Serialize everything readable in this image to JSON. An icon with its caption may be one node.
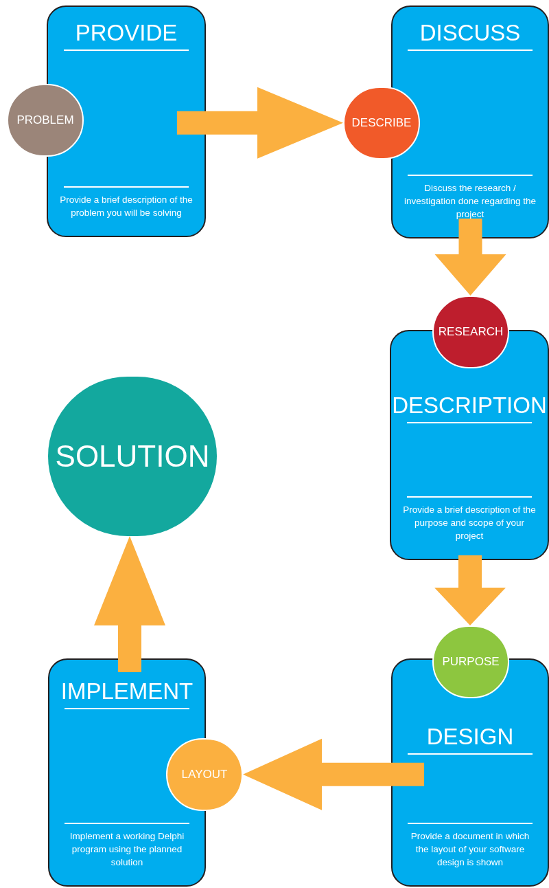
{
  "diagram": {
    "nodes": [
      {
        "text": [
          "PROVIDE",
          "Provide a brief description of the problem you will be solving"
        ]
      },
      {
        "text": [
          "PROBLEM"
        ]
      },
      {
        "text": [
          "DISCUSS",
          "Discuss the research / investigation done regarding the project"
        ]
      },
      {
        "text": [
          "DESCRIBE"
        ]
      },
      {
        "text": [
          "RESEARCH"
        ]
      },
      {
        "text": [
          "DESCRIPTION",
          "Provide a brief description of the purpose and scope of your project"
        ]
      },
      {
        "text": [
          "PURPOSE"
        ]
      },
      {
        "text": [
          "DESIGN",
          "Provide a document in which the layout of your software design is shown"
        ]
      },
      {
        "text": [
          "LAYOUT"
        ]
      },
      {
        "text": [
          "IMPLEMENT",
          "Implement a working Delphi program using the planned solution"
        ]
      },
      {
        "text": [
          "SOLUTION"
        ]
      }
    ],
    "edges": [
      {
        "from": 0,
        "to": 3,
        "arrow": "to"
      },
      {
        "from": 2,
        "to": 4,
        "arrow": "to"
      },
      {
        "from": 5,
        "to": 6,
        "arrow": "to"
      },
      {
        "from": 7,
        "to": 8,
        "arrow": "to"
      },
      {
        "from": 9,
        "to": 10,
        "arrow": "to"
      }
    ]
  }
}
